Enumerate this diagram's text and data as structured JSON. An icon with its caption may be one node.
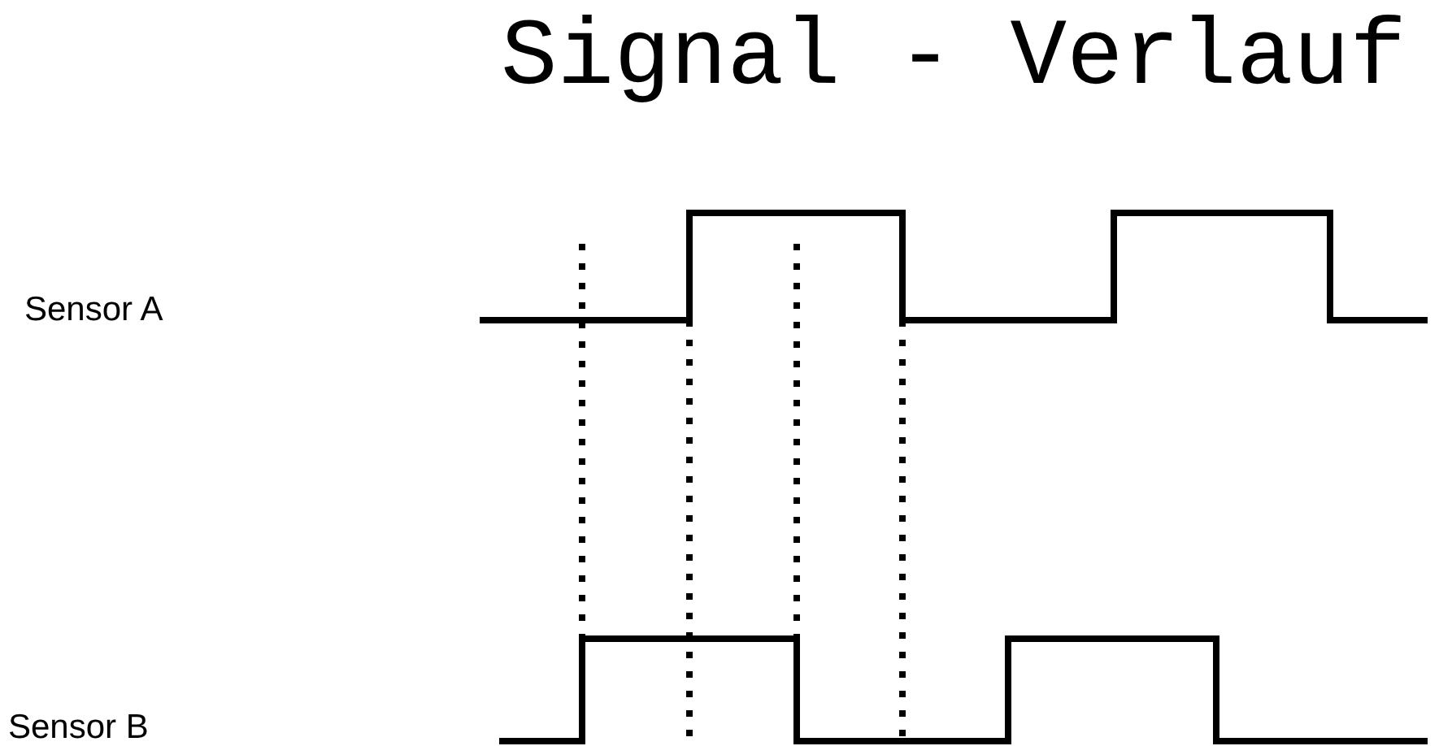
{
  "diagram": {
    "title": "Signal - Verlauf",
    "labels": [
      "Sensor A",
      "Sensor B"
    ]
  }
}
